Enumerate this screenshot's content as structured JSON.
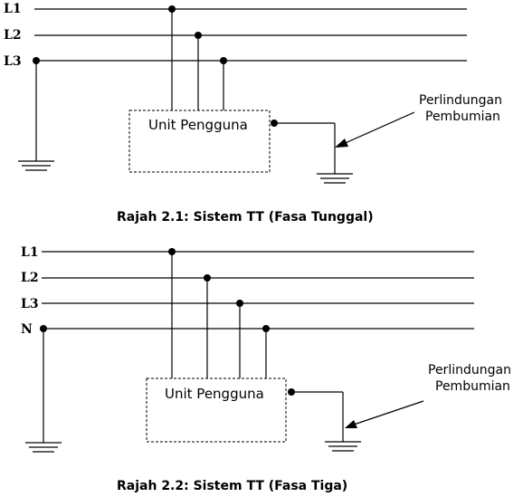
{
  "diagram1": {
    "lines": [
      "L1",
      "L2",
      "L3"
    ],
    "unit_label": "Unit Pengguna",
    "protection_label": [
      "Perlindungan",
      "Pembumian"
    ],
    "caption": "Rajah 2.1:  Sistem TT (Fasa Tunggal)"
  },
  "diagram2": {
    "lines": [
      "L1",
      "L2",
      "L3",
      "N"
    ],
    "unit_label": "Unit Pengguna",
    "protection_label": [
      "Perlindungan",
      "Pembumian"
    ],
    "caption": "Rajah 2.2:  Sistem TT (Fasa Tiga)"
  }
}
